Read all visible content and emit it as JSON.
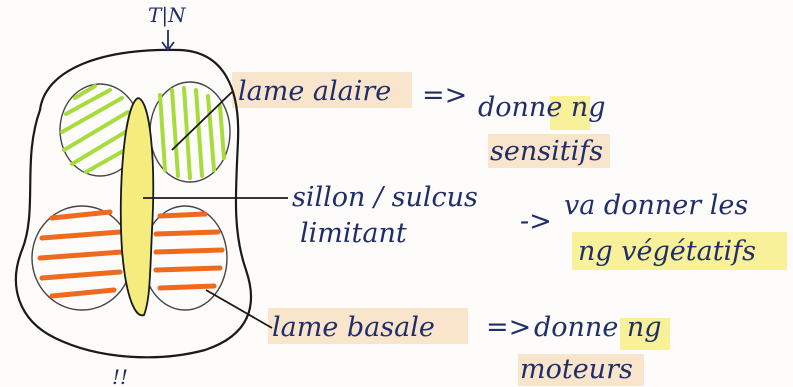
{
  "top_label": "T|N",
  "bottom_mark": "!!",
  "labels": {
    "alar": {
      "line1": "lame alaire",
      "arrow": "=>",
      "line2": "donne ng",
      "line3": "sensitifs"
    },
    "sulcus": {
      "line1": "sillon / sulcus",
      "line2": "limitant",
      "arrow": "->",
      "line3": "va donner les",
      "line4": "ng végétatifs"
    },
    "basal": {
      "line1": "lame basale",
      "arrow": "=>",
      "line2": "donne ng",
      "line3": "moteurs"
    }
  },
  "colors": {
    "ink": "#1f2d6b",
    "outline": "#1a1a1a",
    "alar_hatch": "#a6dc3c",
    "basal_hatch": "#ef6a1c",
    "center_fill": "#f4ec7c",
    "highlight": "#f8dfbf",
    "highlight_yellow": "#f7ef8e"
  }
}
